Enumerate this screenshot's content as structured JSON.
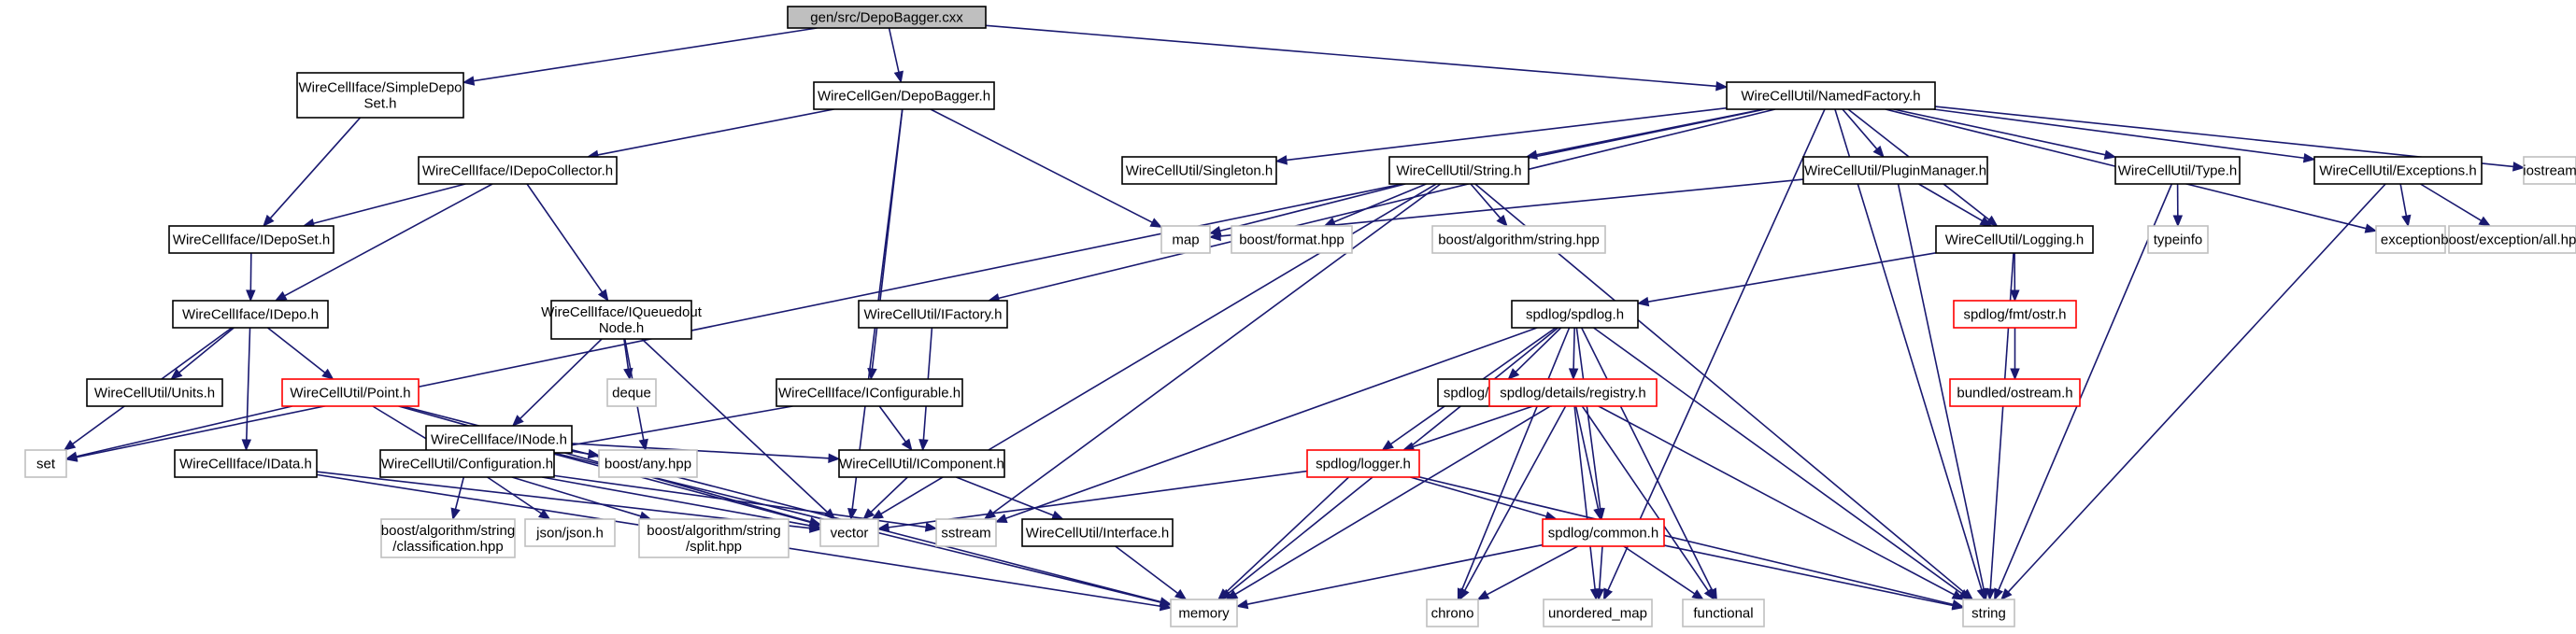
{
  "nodes": [
    {
      "id": "root",
      "lines": [
        "gen/src/DepoBagger.cxx"
      ],
      "kind": "root"
    },
    {
      "id": "simpledepo",
      "lines": [
        "WireCellIface/SimpleDepo",
        "Set.h"
      ],
      "kind": "normal"
    },
    {
      "id": "depobagger_h",
      "lines": [
        "WireCellGen/DepoBagger.h"
      ],
      "kind": "normal"
    },
    {
      "id": "namedfactory",
      "lines": [
        "WireCellUtil/NamedFactory.h"
      ],
      "kind": "normal"
    },
    {
      "id": "idepocollector",
      "lines": [
        "WireCellIface/IDepoCollector.h"
      ],
      "kind": "normal"
    },
    {
      "id": "singleton",
      "lines": [
        "WireCellUtil/Singleton.h"
      ],
      "kind": "normal"
    },
    {
      "id": "string_h",
      "lines": [
        "WireCellUtil/String.h"
      ],
      "kind": "normal"
    },
    {
      "id": "pluginmanager",
      "lines": [
        "WireCellUtil/PluginManager.h"
      ],
      "kind": "normal"
    },
    {
      "id": "type_h",
      "lines": [
        "WireCellUtil/Type.h"
      ],
      "kind": "normal"
    },
    {
      "id": "exceptions_h",
      "lines": [
        "WireCellUtil/Exceptions.h"
      ],
      "kind": "normal"
    },
    {
      "id": "iostream",
      "lines": [
        "iostream"
      ],
      "kind": "missing"
    },
    {
      "id": "idepset",
      "lines": [
        "WireCellIface/IDepoSet.h"
      ],
      "kind": "normal"
    },
    {
      "id": "map",
      "lines": [
        "map"
      ],
      "kind": "missing"
    },
    {
      "id": "boost_format",
      "lines": [
        "boost/format.hpp"
      ],
      "kind": "missing"
    },
    {
      "id": "boost_algo_string",
      "lines": [
        "boost/algorithm/string.hpp"
      ],
      "kind": "missing"
    },
    {
      "id": "logging_h",
      "lines": [
        "WireCellUtil/Logging.h"
      ],
      "kind": "normal"
    },
    {
      "id": "typeinfo",
      "lines": [
        "typeinfo"
      ],
      "kind": "missing"
    },
    {
      "id": "exception",
      "lines": [
        "exception"
      ],
      "kind": "missing"
    },
    {
      "id": "boost_exception",
      "lines": [
        "boost/exception/all.hpp"
      ],
      "kind": "missing"
    },
    {
      "id": "idepo",
      "lines": [
        "WireCellIface/IDepo.h"
      ],
      "kind": "normal"
    },
    {
      "id": "iqueuedout",
      "lines": [
        "WireCellIface/IQueuedout",
        "Node.h"
      ],
      "kind": "normal"
    },
    {
      "id": "ifactory",
      "lines": [
        "WireCellUtil/IFactory.h"
      ],
      "kind": "normal"
    },
    {
      "id": "spdlog_h",
      "lines": [
        "spdlog/spdlog.h"
      ],
      "kind": "normal"
    },
    {
      "id": "fmt_ostr",
      "lines": [
        "spdlog/fmt/ostr.h"
      ],
      "kind": "red"
    },
    {
      "id": "units_h",
      "lines": [
        "WireCellUtil/Units.h"
      ],
      "kind": "normal"
    },
    {
      "id": "point_h",
      "lines": [
        "WireCellUtil/Point.h"
      ],
      "kind": "red"
    },
    {
      "id": "deque",
      "lines": [
        "deque"
      ],
      "kind": "missing"
    },
    {
      "id": "iconfigurable",
      "lines": [
        "WireCellIface/IConfigurable.h"
      ],
      "kind": "normal"
    },
    {
      "id": "spdlog_version",
      "lines": [
        "spdlog/version.h"
      ],
      "kind": "normal"
    },
    {
      "id": "registry_h",
      "lines": [
        "spdlog/details/registry.h"
      ],
      "kind": "red"
    },
    {
      "id": "bundled_ostream",
      "lines": [
        "bundled/ostream.h"
      ],
      "kind": "red"
    },
    {
      "id": "inode",
      "lines": [
        "WireCellIface/INode.h"
      ],
      "kind": "normal"
    },
    {
      "id": "set",
      "lines": [
        "set"
      ],
      "kind": "missing"
    },
    {
      "id": "boost_any",
      "lines": [
        "boost/any.hpp"
      ],
      "kind": "missing"
    },
    {
      "id": "idata",
      "lines": [
        "WireCellIface/IData.h"
      ],
      "kind": "normal"
    },
    {
      "id": "configuration_h",
      "lines": [
        "WireCellUtil/Configuration.h"
      ],
      "kind": "normal"
    },
    {
      "id": "icomponent",
      "lines": [
        "WireCellUtil/IComponent.h"
      ],
      "kind": "normal"
    },
    {
      "id": "logger_h",
      "lines": [
        "spdlog/logger.h"
      ],
      "kind": "red"
    },
    {
      "id": "vector",
      "lines": [
        "vector"
      ],
      "kind": "missing"
    },
    {
      "id": "sstream",
      "lines": [
        "sstream"
      ],
      "kind": "missing"
    },
    {
      "id": "interface_h",
      "lines": [
        "WireCellUtil/Interface.h"
      ],
      "kind": "normal"
    },
    {
      "id": "common_h",
      "lines": [
        "spdlog/common.h"
      ],
      "kind": "red"
    },
    {
      "id": "boost_classification",
      "lines": [
        "boost/algorithm/string",
        "/classification.hpp"
      ],
      "kind": "missing"
    },
    {
      "id": "json_h",
      "lines": [
        "json/json.h"
      ],
      "kind": "missing"
    },
    {
      "id": "boost_split",
      "lines": [
        "boost/algorithm/string",
        "/split.hpp"
      ],
      "kind": "missing"
    },
    {
      "id": "memory",
      "lines": [
        "memory"
      ],
      "kind": "missing"
    },
    {
      "id": "chrono",
      "lines": [
        "chrono"
      ],
      "kind": "missing"
    },
    {
      "id": "unordered_map",
      "lines": [
        "unordered_map"
      ],
      "kind": "missing"
    },
    {
      "id": "functional",
      "lines": [
        "functional"
      ],
      "kind": "missing"
    },
    {
      "id": "string",
      "lines": [
        "string"
      ],
      "kind": "missing"
    }
  ],
  "edges": [
    [
      "root",
      "simpledepo"
    ],
    [
      "root",
      "depobagger_h"
    ],
    [
      "root",
      "namedfactory"
    ],
    [
      "simpledepo",
      "idepset"
    ],
    [
      "depobagger_h",
      "idepocollector"
    ],
    [
      "depobagger_h",
      "iconfigurable"
    ],
    [
      "depobagger_h",
      "map"
    ],
    [
      "depobagger_h",
      "vector"
    ],
    [
      "namedfactory",
      "singleton"
    ],
    [
      "namedfactory",
      "string_h"
    ],
    [
      "namedfactory",
      "pluginmanager"
    ],
    [
      "namedfactory",
      "type_h"
    ],
    [
      "namedfactory",
      "exceptions_h"
    ],
    [
      "namedfactory",
      "iostream"
    ],
    [
      "namedfactory",
      "ifactory"
    ],
    [
      "namedfactory",
      "logging_h"
    ],
    [
      "namedfactory",
      "set"
    ],
    [
      "namedfactory",
      "unordered_map"
    ],
    [
      "namedfactory",
      "string"
    ],
    [
      "namedfactory",
      "exception"
    ],
    [
      "idepocollector",
      "idepset"
    ],
    [
      "idepocollector",
      "idepo"
    ],
    [
      "idepocollector",
      "iqueuedout"
    ],
    [
      "idepset",
      "idepo"
    ],
    [
      "idepo",
      "units_h"
    ],
    [
      "idepo",
      "point_h"
    ],
    [
      "idepo",
      "idata"
    ],
    [
      "idepo",
      "set"
    ],
    [
      "iqueuedout",
      "deque"
    ],
    [
      "iqueuedout",
      "inode"
    ],
    [
      "iqueuedout",
      "boost_any"
    ],
    [
      "iqueuedout",
      "vector"
    ],
    [
      "string_h",
      "map"
    ],
    [
      "string_h",
      "boost_format"
    ],
    [
      "string_h",
      "boost_algo_string"
    ],
    [
      "string_h",
      "vector"
    ],
    [
      "string_h",
      "sstream"
    ],
    [
      "string_h",
      "string"
    ],
    [
      "pluginmanager",
      "map"
    ],
    [
      "pluginmanager",
      "logging_h"
    ],
    [
      "pluginmanager",
      "string"
    ],
    [
      "type_h",
      "typeinfo"
    ],
    [
      "type_h",
      "string"
    ],
    [
      "exceptions_h",
      "exception"
    ],
    [
      "exceptions_h",
      "boost_exception"
    ],
    [
      "exceptions_h",
      "string"
    ],
    [
      "logging_h",
      "spdlog_h"
    ],
    [
      "logging_h",
      "fmt_ostr"
    ],
    [
      "logging_h",
      "string"
    ],
    [
      "fmt_ostr",
      "bundled_ostream"
    ],
    [
      "ifactory",
      "icomponent"
    ],
    [
      "iconfigurable",
      "configuration_h"
    ],
    [
      "iconfigurable",
      "icomponent"
    ],
    [
      "inode",
      "boost_any"
    ],
    [
      "inode",
      "icomponent"
    ],
    [
      "inode",
      "vector"
    ],
    [
      "inode",
      "memory"
    ],
    [
      "point_h",
      "configuration_h"
    ],
    [
      "point_h",
      "set"
    ],
    [
      "point_h",
      "vector"
    ],
    [
      "point_h",
      "memory"
    ],
    [
      "idata",
      "vector"
    ],
    [
      "idata",
      "memory"
    ],
    [
      "configuration_h",
      "boost_classification"
    ],
    [
      "configuration_h",
      "json_h"
    ],
    [
      "configuration_h",
      "boost_split"
    ],
    [
      "configuration_h",
      "vector"
    ],
    [
      "configuration_h",
      "sstream"
    ],
    [
      "icomponent",
      "interface_h"
    ],
    [
      "icomponent",
      "vector"
    ],
    [
      "interface_h",
      "memory"
    ],
    [
      "spdlog_h",
      "spdlog_version"
    ],
    [
      "spdlog_h",
      "registry_h"
    ],
    [
      "spdlog_h",
      "logger_h"
    ],
    [
      "spdlog_h",
      "common_h"
    ],
    [
      "spdlog_h",
      "memory"
    ],
    [
      "spdlog_h",
      "chrono"
    ],
    [
      "spdlog_h",
      "functional"
    ],
    [
      "spdlog_h",
      "string"
    ],
    [
      "spdlog_h",
      "sstream"
    ],
    [
      "registry_h",
      "logger_h"
    ],
    [
      "registry_h",
      "common_h"
    ],
    [
      "registry_h",
      "chrono"
    ],
    [
      "registry_h",
      "functional"
    ],
    [
      "registry_h",
      "memory"
    ],
    [
      "registry_h",
      "string"
    ],
    [
      "registry_h",
      "unordered_map"
    ],
    [
      "logger_h",
      "common_h"
    ],
    [
      "logger_h",
      "vector"
    ],
    [
      "logger_h",
      "memory"
    ],
    [
      "logger_h",
      "string"
    ],
    [
      "common_h",
      "memory"
    ],
    [
      "common_h",
      "chrono"
    ],
    [
      "common_h",
      "unordered_map"
    ],
    [
      "common_h",
      "functional"
    ],
    [
      "common_h",
      "string"
    ]
  ]
}
